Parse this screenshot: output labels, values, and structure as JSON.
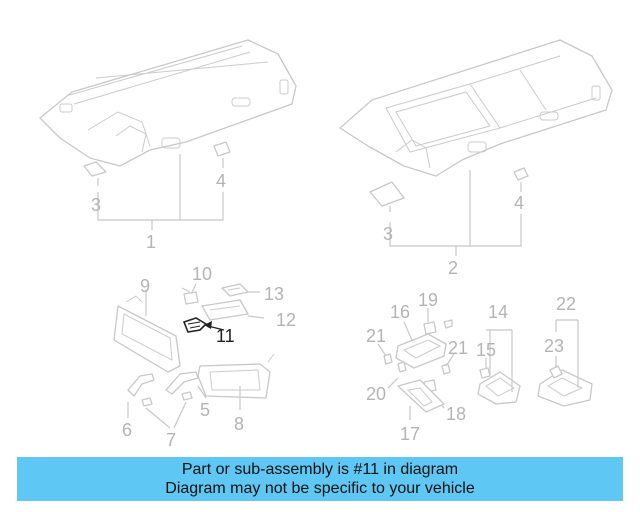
{
  "callouts": {
    "c1": "1",
    "c2": "2",
    "c3a": "3",
    "c3b": "3",
    "c4a": "4",
    "c4b": "4",
    "c5": "5",
    "c6": "6",
    "c7": "7",
    "c8": "8",
    "c9": "9",
    "c10": "10",
    "c11": "11",
    "c12": "12",
    "c13": "13",
    "c14": "14",
    "c15": "15",
    "c16": "16",
    "c17": "17",
    "c18": "18",
    "c19": "19",
    "c20": "20",
    "c21a": "21",
    "c21b": "21",
    "c22": "22",
    "c23": "23"
  },
  "highlighted_part": "11",
  "banner": {
    "line1": "Part or sub-assembly is #11 in diagram",
    "line2": "Diagram may not be specific to your vehicle",
    "color": "#5fc7f3"
  }
}
